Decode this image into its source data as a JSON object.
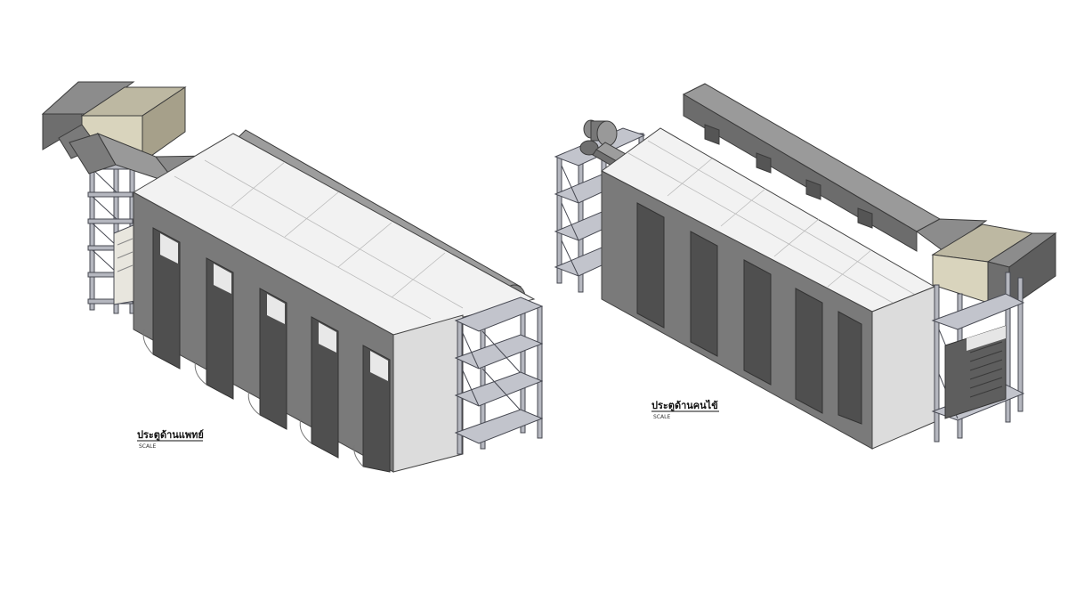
{
  "drawings": [
    {
      "title": "ประตูด้านแพทย์",
      "scale_label": "SCALE"
    },
    {
      "title": "ประตูด้านคนไข้",
      "scale_label": "SCALE"
    }
  ],
  "colors": {
    "background": "#ffffff",
    "wall_dark": "#6f6f6f",
    "wall_mid": "#8e8e8e",
    "wall_light": "#dcdcdc",
    "roof": "#f2f2f2",
    "duct": "#8a8a8a",
    "duct_dark": "#5c5c5c",
    "ahu_panel": "#d8d3bd",
    "frame": "#a9abb4",
    "frame_edge": "#474952"
  }
}
